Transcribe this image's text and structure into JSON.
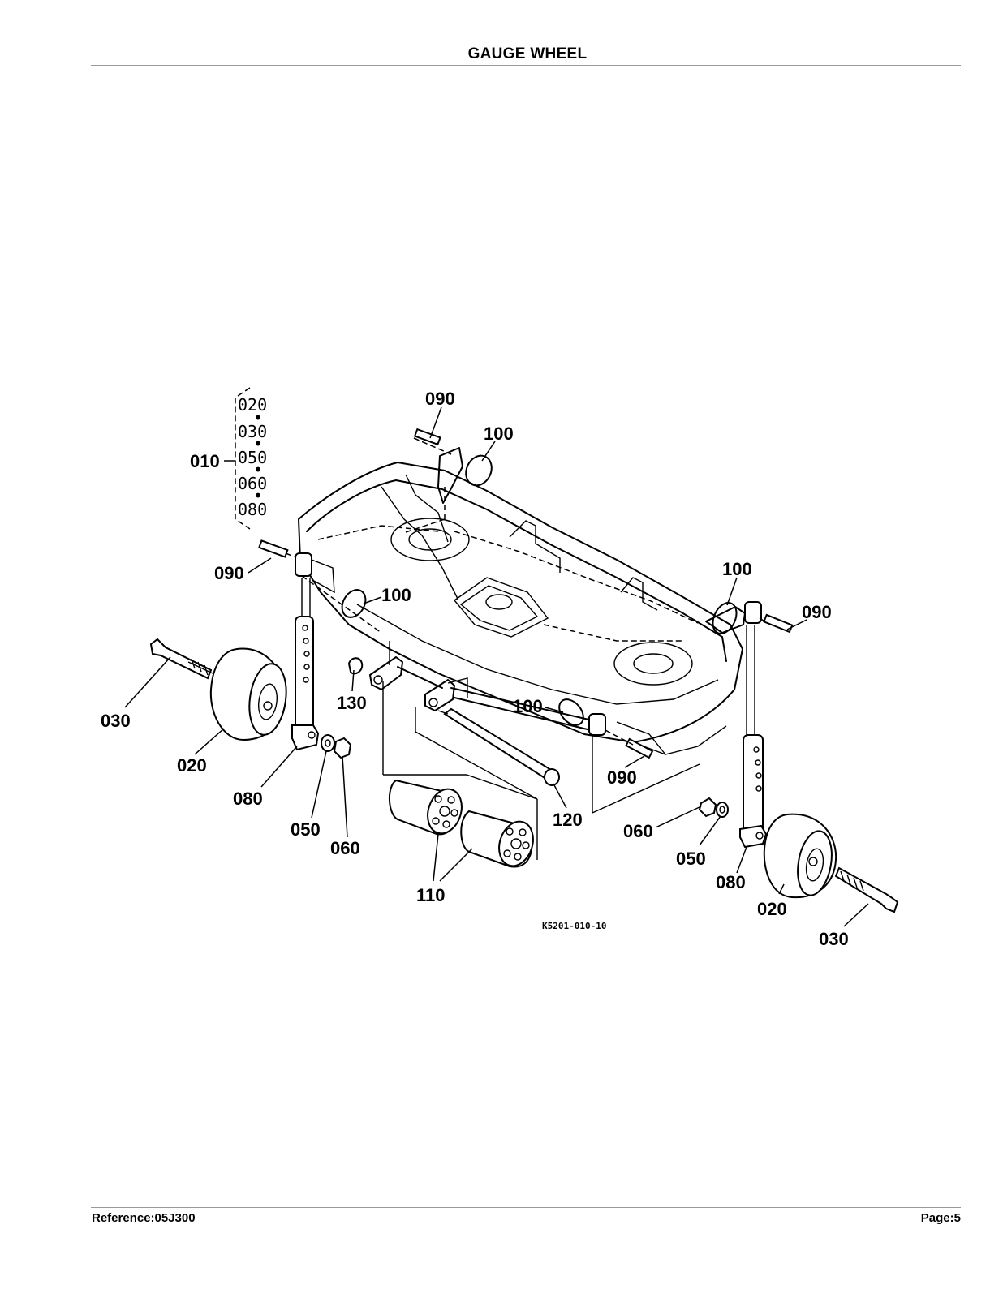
{
  "header": {
    "title": "GAUGE WHEEL"
  },
  "footer": {
    "reference": "Reference:05J300",
    "page": "Page:5"
  },
  "diagram": {
    "figure_code": "K5201-010-10",
    "kit": {
      "number": "010",
      "components": [
        "020",
        "030",
        "050",
        "060",
        "080"
      ]
    },
    "callouts": {
      "c090_top": "090",
      "c100_top": "100",
      "c090_left": "090",
      "c100_left": "100",
      "c100_right": "100",
      "c090_right": "090",
      "c030_left": "030",
      "c130": "130",
      "c100_mid": "100",
      "c020_left": "020",
      "c090_mid": "090",
      "c080_left": "080",
      "c050_left": "050",
      "c060_left": "060",
      "c120": "120",
      "c060_right": "060",
      "c050_right": "050",
      "c110": "110",
      "c080_right": "080",
      "c020_right": "020",
      "c030_right": "030"
    }
  }
}
